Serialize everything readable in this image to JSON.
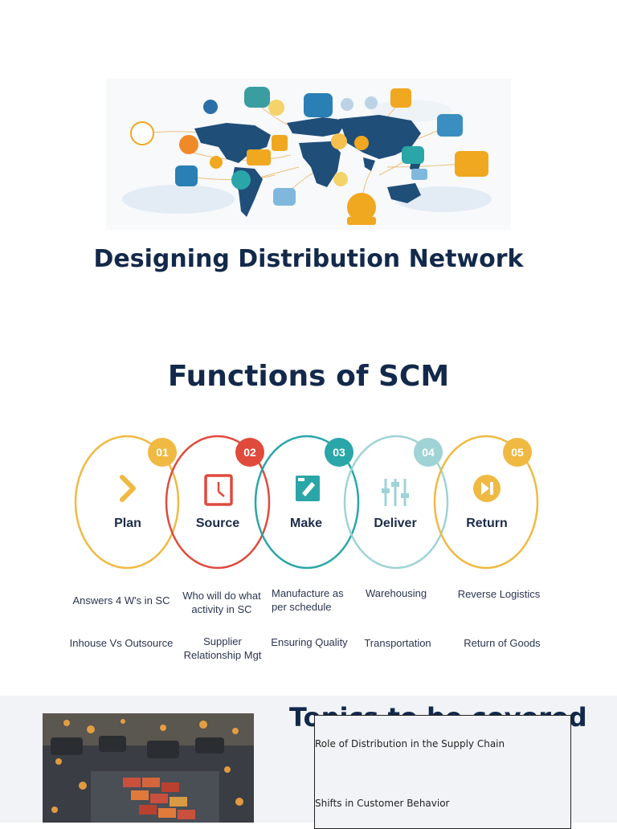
{
  "slide1": {
    "title": "Designing Distribution Network"
  },
  "slide2": {
    "title": "Functions of SCM",
    "functions": [
      {
        "num": "01",
        "label": "Plan",
        "desc1": "Answers 4 W's in SC",
        "desc2": "Inhouse Vs Outsource",
        "color": "#f0b942"
      },
      {
        "num": "02",
        "label": "Source",
        "desc1": "Who will do what activity in SC",
        "desc2": "Supplier Relationship Mgt",
        "color": "#e04a3c"
      },
      {
        "num": "03",
        "label": "Make",
        "desc1": "Manufacture as per schedule",
        "desc2": "Ensuring Quality",
        "color": "#2aa6a8"
      },
      {
        "num": "04",
        "label": "Deliver",
        "desc1": "Warehousing",
        "desc2": "Transportation",
        "color": "#9fd3d6"
      },
      {
        "num": "05",
        "label": "Return",
        "desc1": "Reverse Logistics",
        "desc2": "Return of Goods",
        "color": "#f0b942"
      }
    ]
  },
  "slide3": {
    "title": "Topics to be covered",
    "topics": [
      "Role of Distribution in the Supply Chain",
      "Shifts in Customer Behavior"
    ]
  }
}
